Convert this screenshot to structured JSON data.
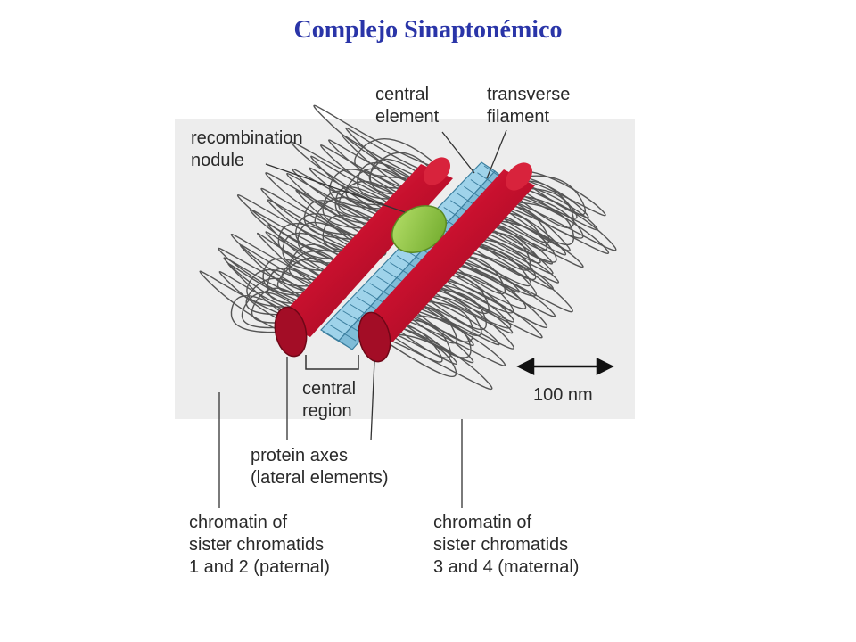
{
  "slide": {
    "title": "Complejo Sinaptonémico",
    "title_color": "#2a35a8"
  },
  "diagram": {
    "labels": {
      "recombination_nodule": "recombination\nnodule",
      "central_element": "central\nelement",
      "transverse_filament": "transverse\nfilament",
      "central_region": "central\nregion",
      "scale_bar": "100 nm",
      "protein_axes": "protein axes\n(lateral elements)",
      "chromatin_paternal": "chromatin of\nsister chromatids\n1 and 2 (paternal)",
      "chromatin_maternal": "chromatin of\nsister chromatids\n3 and 4 (maternal)"
    },
    "colors": {
      "lateral_element": "#c8102e",
      "central_region": "#9fd3ea",
      "recombination_nodule": "#8cc63f",
      "chromatin": "#555555"
    }
  }
}
